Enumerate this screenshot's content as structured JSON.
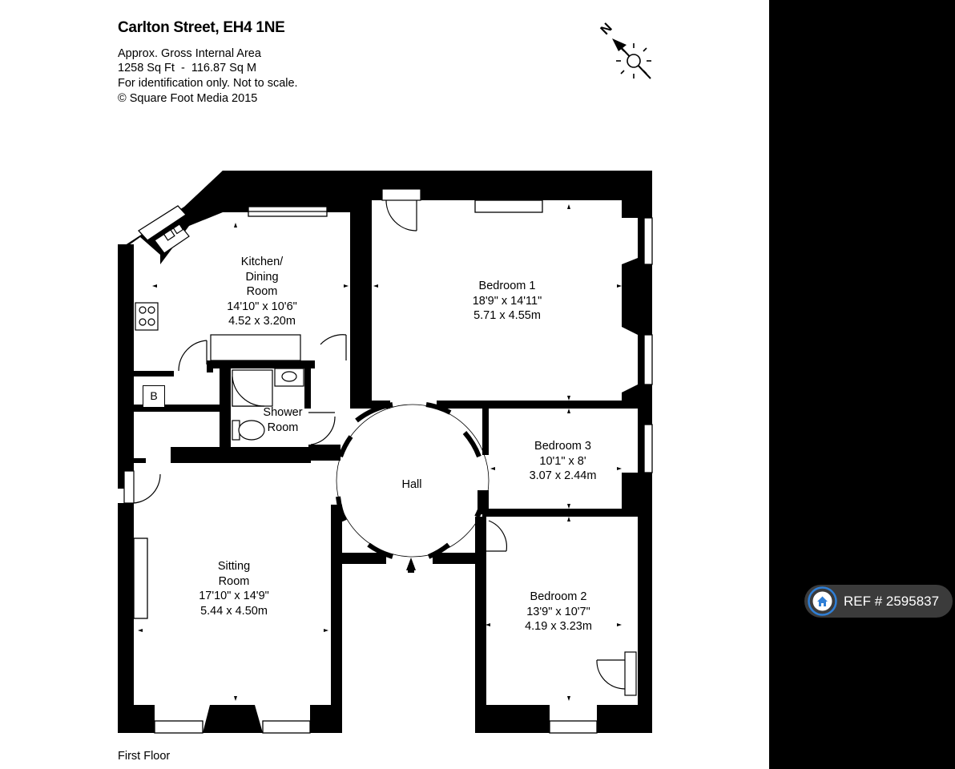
{
  "header": {
    "title": "Carlton Street, EH4 1NE",
    "area_label": "Approx. Gross Internal Area",
    "area_values": "1258 Sq Ft  -  116.87 Sq M",
    "disclaimer": "For identification only. Not to scale.",
    "copyright": "© Square Foot Media 2015"
  },
  "compass": {
    "label": "N",
    "icon": "north-arrow-icon"
  },
  "rooms": {
    "kitchen": {
      "name1": "Kitchen/",
      "name2": "Dining",
      "name3": "Room",
      "imperial": "14'10\" x 10'6\"",
      "metric": "4.52 x 3.20m"
    },
    "bedroom1": {
      "name": "Bedroom 1",
      "imperial": "18'9\" x 14'11\"",
      "metric": "5.71 x 4.55m"
    },
    "shower": {
      "name1": "Shower",
      "name2": "Room"
    },
    "boiler": {
      "label": "B"
    },
    "hall": {
      "name": "Hall"
    },
    "bedroom3": {
      "name": "Bedroom 3",
      "imperial": "10'1\" x 8'",
      "metric": "3.07 x 2.44m"
    },
    "sitting": {
      "name1": "Sitting",
      "name2": "Room",
      "imperial": "17'10\" x 14'9\"",
      "metric": "5.44 x 4.50m"
    },
    "bedroom2": {
      "name": "Bedroom 2",
      "imperial": "13'9\" x 10'7\"",
      "metric": "4.19 x 3.23m"
    }
  },
  "footer": {
    "floor": "First Floor"
  },
  "badge": {
    "text": "REF # 2595837",
    "icon": "home-icon"
  },
  "colors": {
    "wall": "#000000",
    "background": "#ffffff",
    "margin": "#000000",
    "badge": "#3b3b3b"
  }
}
